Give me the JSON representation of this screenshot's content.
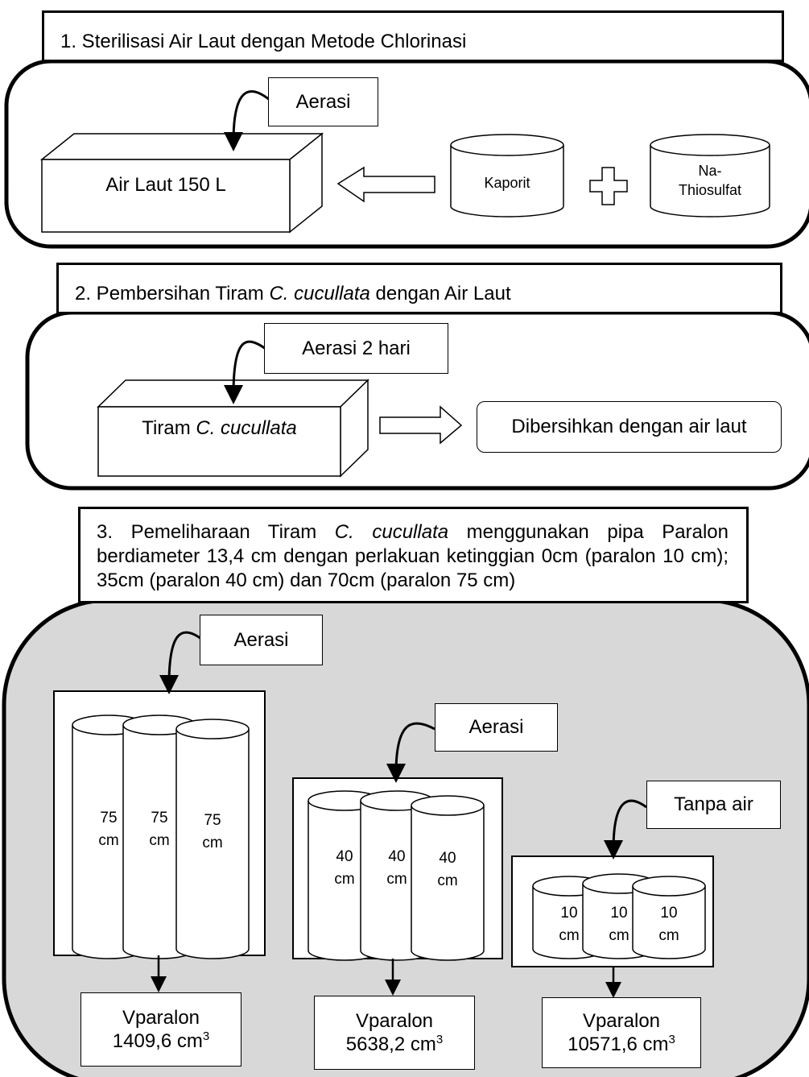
{
  "step1": {
    "title": "1. Sterilisasi Air Laut dengan Metode Chlorinasi",
    "aeration": "Aerasi",
    "tank": "Air Laut 150 L",
    "kaporit": "Kaporit",
    "thiosulfat_line1": "Na-",
    "thiosulfat_line2": "Thiosulfat"
  },
  "step2": {
    "title_prefix": "2. Pembersihan Tiram ",
    "title_species": "C. cucullata",
    "title_suffix": " dengan Air Laut",
    "aeration": "Aerasi 2 hari",
    "tank_prefix": "Tiram ",
    "tank_species": "C. cucullata",
    "result": "Dibersihkan dengan air laut"
  },
  "step3": {
    "title_prefix": "3. Pemeliharaan Tiram ",
    "title_species": "C. cucullata",
    "title_suffix": " menggunakan pipa Paralon berdiameter 13,4 cm dengan perlakuan ketinggian 0cm (paralon 10 cm); 35cm (paralon 40 cm) dan 70cm (paralon 75 cm)",
    "groups": [
      {
        "label": "Aerasi",
        "pipe_num": "75",
        "pipe_unit": "cm",
        "volume_label": "Vparalon",
        "volume_value": "1409,6 cm",
        "volume_exp": "3"
      },
      {
        "label": "Aerasi",
        "pipe_num": "40",
        "pipe_unit": "cm",
        "volume_label": "Vparalon",
        "volume_value": "5638,2 cm",
        "volume_exp": "3"
      },
      {
        "label": "Tanpa air",
        "pipe_num": "10",
        "pipe_unit": "cm",
        "volume_label": "Vparalon",
        "volume_value": "10571,6 cm",
        "volume_exp": "3"
      }
    ]
  }
}
